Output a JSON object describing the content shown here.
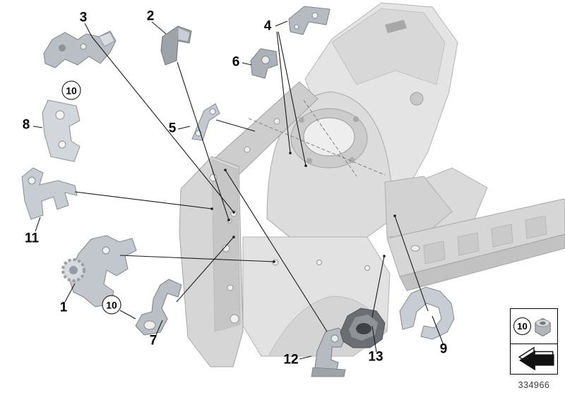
{
  "figure": {
    "part_number": "334966"
  },
  "callouts": [
    {
      "id": "3",
      "label": "3",
      "circled": false
    },
    {
      "id": "2",
      "label": "2",
      "circled": false
    },
    {
      "id": "4",
      "label": "4",
      "circled": false
    },
    {
      "id": "6",
      "label": "6",
      "circled": false
    },
    {
      "id": "10a",
      "label": "10",
      "circled": true
    },
    {
      "id": "8",
      "label": "8",
      "circled": false
    },
    {
      "id": "5",
      "label": "5",
      "circled": false
    },
    {
      "id": "11",
      "label": "11",
      "circled": false
    },
    {
      "id": "1",
      "label": "1",
      "circled": false
    },
    {
      "id": "10b",
      "label": "10",
      "circled": true
    },
    {
      "id": "7",
      "label": "7",
      "circled": false
    },
    {
      "id": "12",
      "label": "12",
      "circled": false
    },
    {
      "id": "13",
      "label": "13",
      "circled": false
    },
    {
      "id": "9",
      "label": "9",
      "circled": false
    }
  ],
  "legend": {
    "label": "10",
    "icons": [
      "hex-nut-icon",
      "direction-arrow-icon"
    ]
  },
  "colors": {
    "background": "#ffffff",
    "leader_line": "#1a1a1a",
    "body_light": "#e4e4e4",
    "body_mid": "#cccccc",
    "bracket_metal": "#b9bfc5",
    "duct_dark": "#6b6f73"
  }
}
